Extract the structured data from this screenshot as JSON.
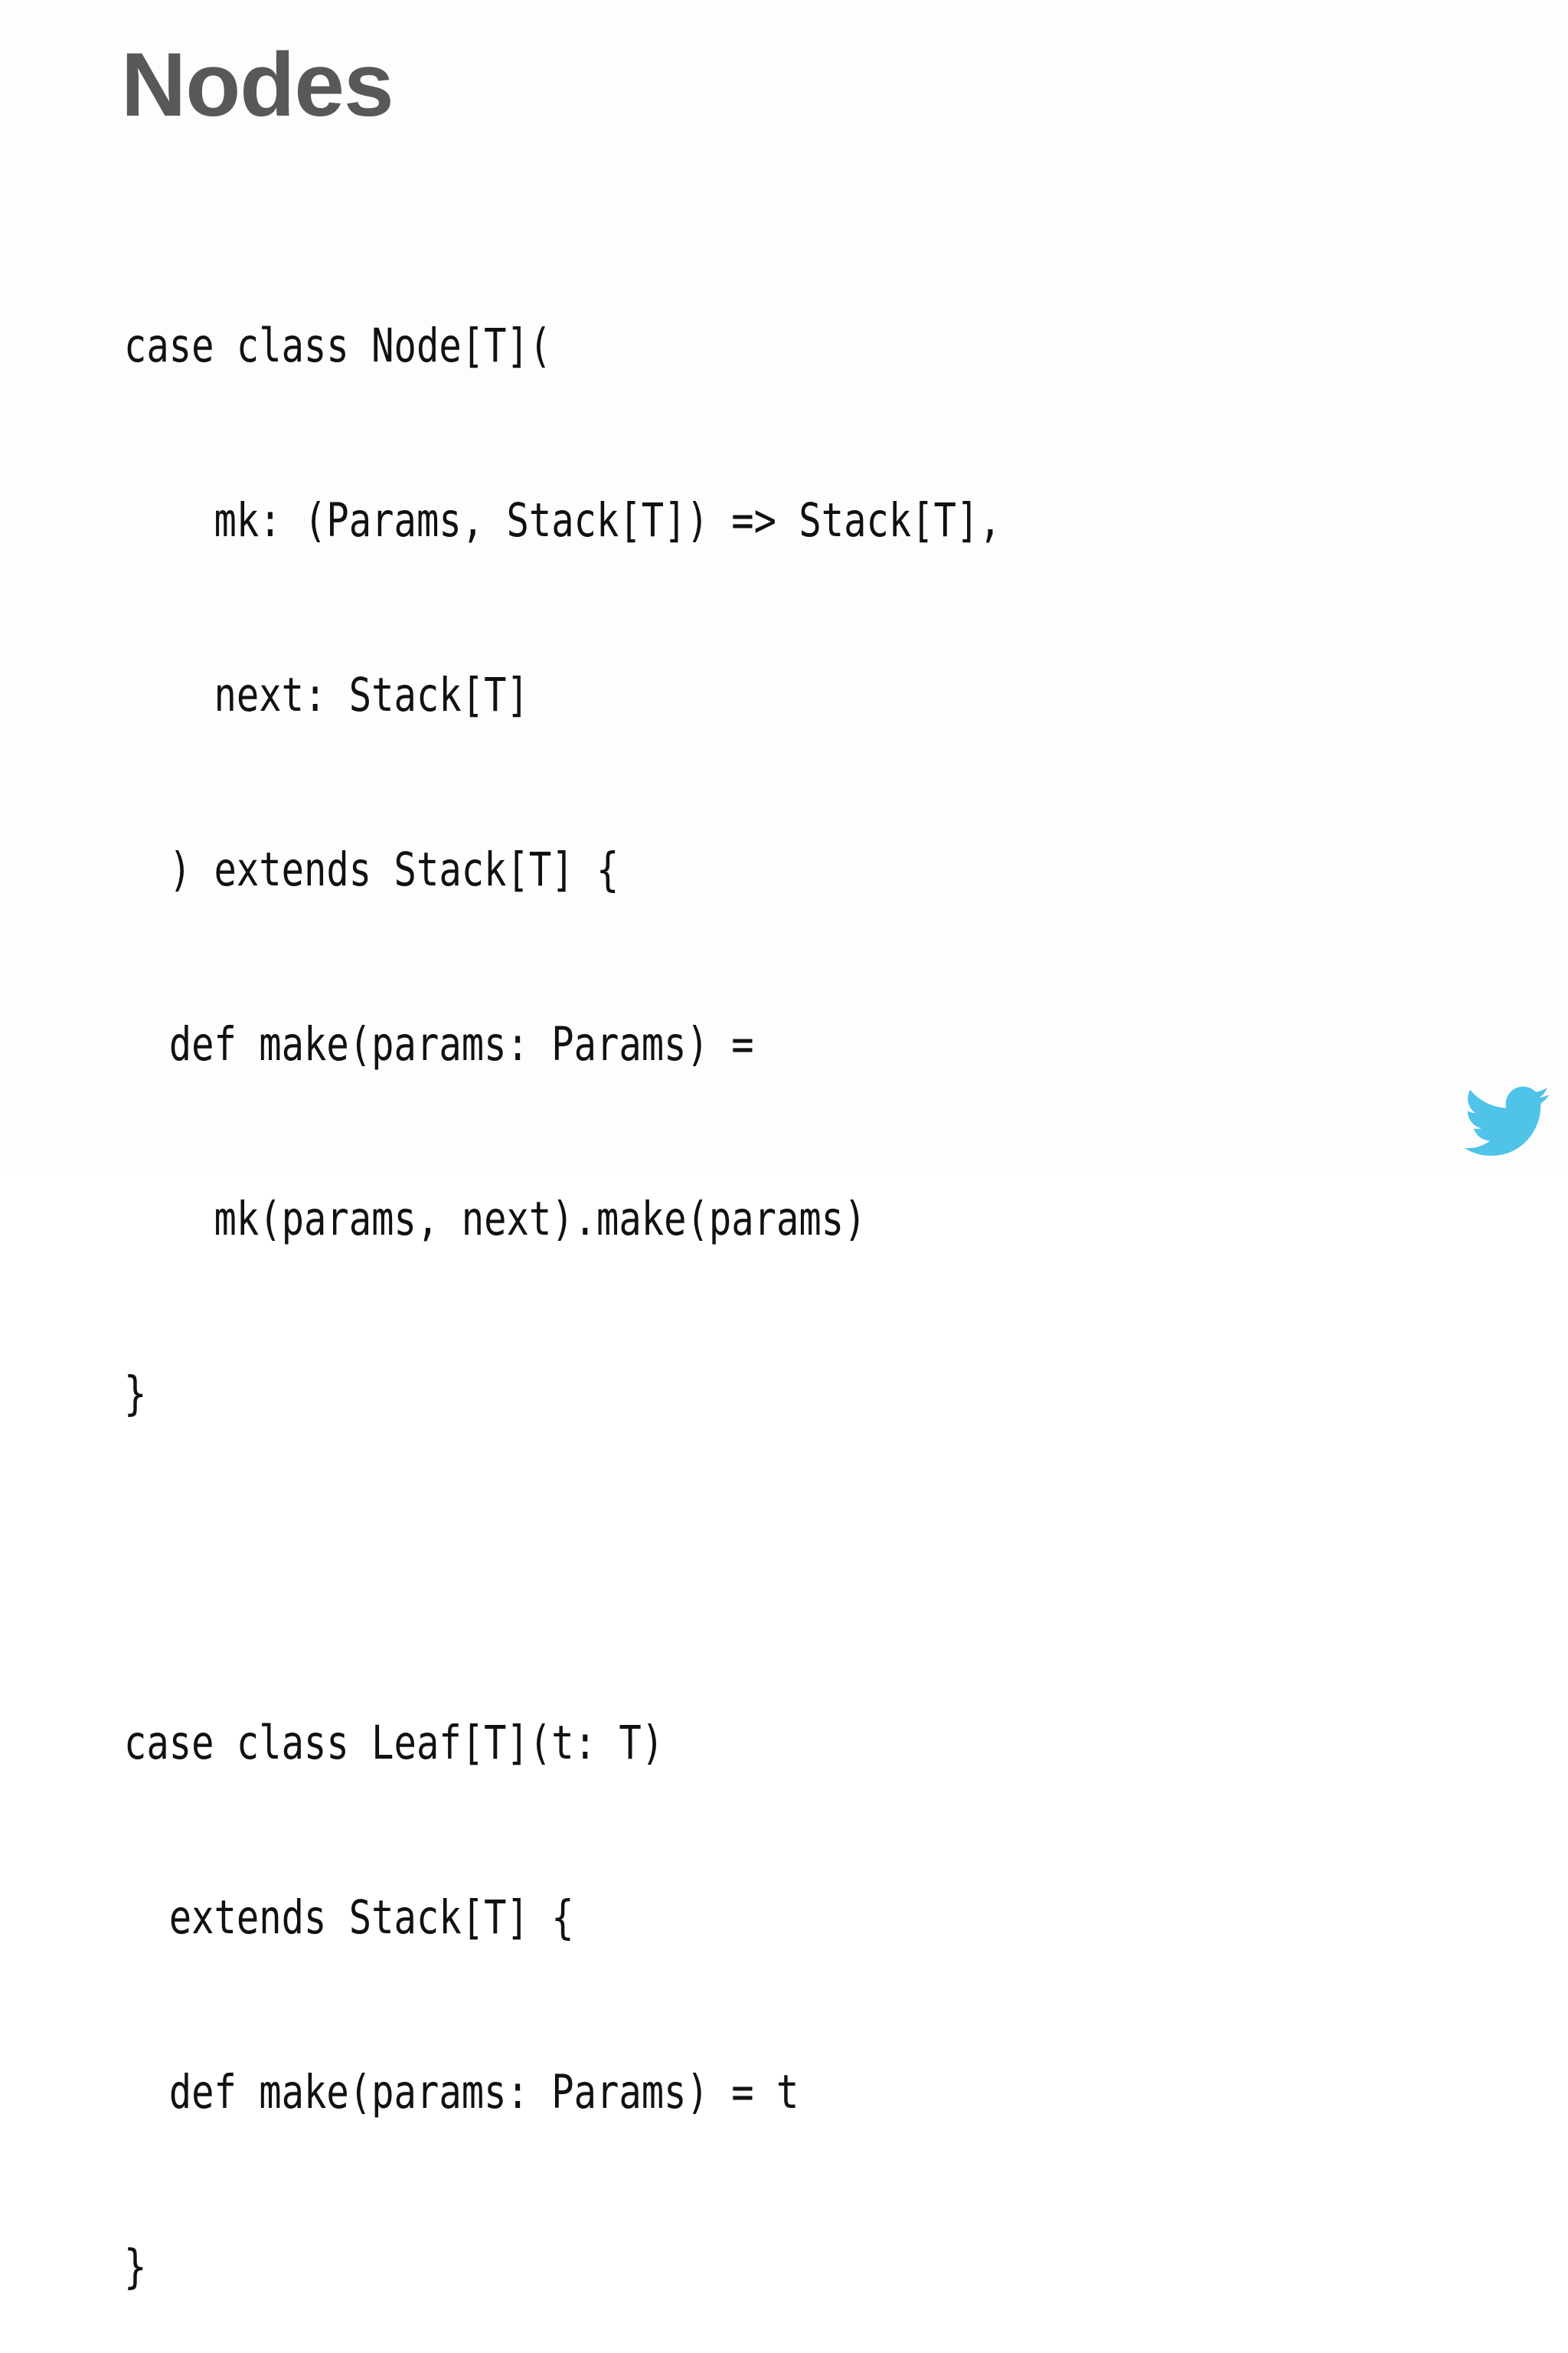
{
  "slide": {
    "title": "Nodes",
    "background_color": "#fdfdfd",
    "title_color": "#585858",
    "code_color": "#111111",
    "code_lines": [
      "case class Node[T](",
      "    mk: (Params, Stack[T]) => Stack[T],",
      "    next: Stack[T]",
      "  ) extends Stack[T] {",
      "  def make(params: Params) =",
      "    mk(params, next).make(params)",
      "}",
      "",
      "case class Leaf[T](t: T)",
      "  extends Stack[T] {",
      "  def make(params: Params) = t",
      "}"
    ],
    "logo": {
      "name": "twitter-bird-logo",
      "color": "#4FC3E8"
    }
  }
}
